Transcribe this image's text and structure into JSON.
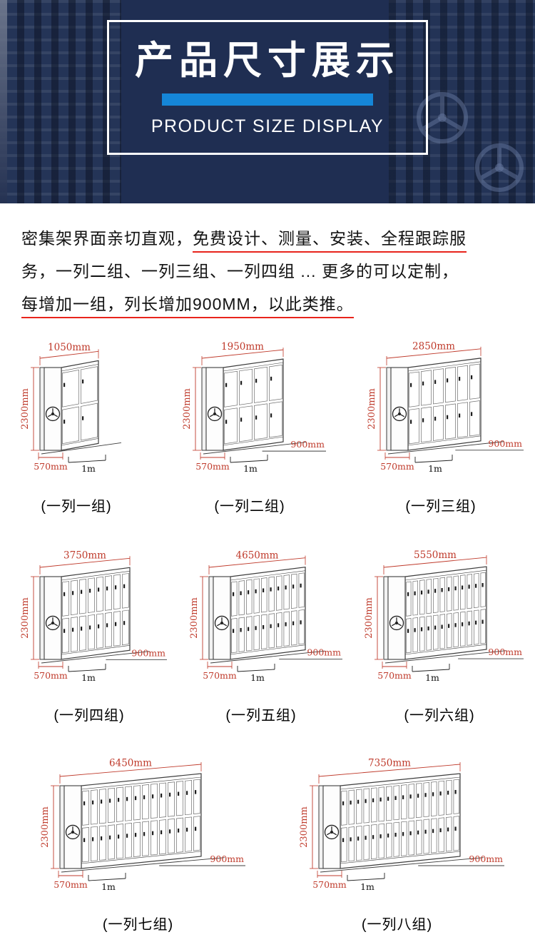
{
  "banner": {
    "title": "产品尺寸展示",
    "subtitle": "PRODUCT SIZE DISPLAY",
    "colors": {
      "bg": "#1f2e52",
      "accent": "#1586d8",
      "text": "#ffffff"
    }
  },
  "intro": {
    "underline_color": "#e8241c",
    "lines": [
      {
        "segments": [
          {
            "text": "密集架界面亲切直观，",
            "underline": false
          },
          {
            "text": "免费设计、测量、安装、全程跟踪服",
            "underline": true
          }
        ]
      },
      {
        "segments": [
          {
            "text": "务，一列二组、一列三组、一列四组 ... 更多的可以定制，",
            "underline": false
          }
        ]
      },
      {
        "segments": [
          {
            "text": "每增加一组，列长增加900MM，以此类推。",
            "underline": true
          }
        ]
      }
    ]
  },
  "drawing": {
    "line_color": "#3c3c3c",
    "dim_color": "#bf3a2b"
  },
  "diagrams": [
    {
      "label": "(一列一组)",
      "groups": 1,
      "width_label": "1050mm",
      "height_label": "2300mm",
      "depth_label": "570mm",
      "track_label": "1m",
      "aisle_label": null
    },
    {
      "label": "(一列二组)",
      "groups": 2,
      "width_label": "1950mm",
      "height_label": "2300mm",
      "depth_label": "570mm",
      "track_label": "1m",
      "aisle_label": "900mm"
    },
    {
      "label": "(一列三组)",
      "groups": 3,
      "width_label": "2850mm",
      "height_label": "2300mm",
      "depth_label": "570mm",
      "track_label": "1m",
      "aisle_label": "900mm"
    },
    {
      "label": "(一列四组)",
      "groups": 4,
      "width_label": "3750mm",
      "height_label": "2300mm",
      "depth_label": "570mm",
      "track_label": "1m",
      "aisle_label": "900mm"
    },
    {
      "label": "(一列五组)",
      "groups": 5,
      "width_label": "4650mm",
      "height_label": "2300mm",
      "depth_label": "570mm",
      "track_label": "1m",
      "aisle_label": "900mm"
    },
    {
      "label": "(一列六组)",
      "groups": 6,
      "width_label": "5550mm",
      "height_label": "2300mm",
      "depth_label": "570mm",
      "track_label": "1m",
      "aisle_label": "900mm"
    },
    {
      "label": "(一列七组)",
      "groups": 7,
      "width_label": "6450mm",
      "height_label": "2300mm",
      "depth_label": "570mm",
      "track_label": "1m",
      "aisle_label": "900mm"
    },
    {
      "label": "(一列八组)",
      "groups": 8,
      "width_label": "7350mm",
      "height_label": "2300mm",
      "depth_label": "570mm",
      "track_label": "1m",
      "aisle_label": "900mm"
    }
  ],
  "rows": [
    [
      0,
      1,
      2
    ],
    [
      3,
      4,
      5
    ],
    [
      6,
      7
    ]
  ],
  "row_ext": [
    58,
    50,
    60
  ]
}
